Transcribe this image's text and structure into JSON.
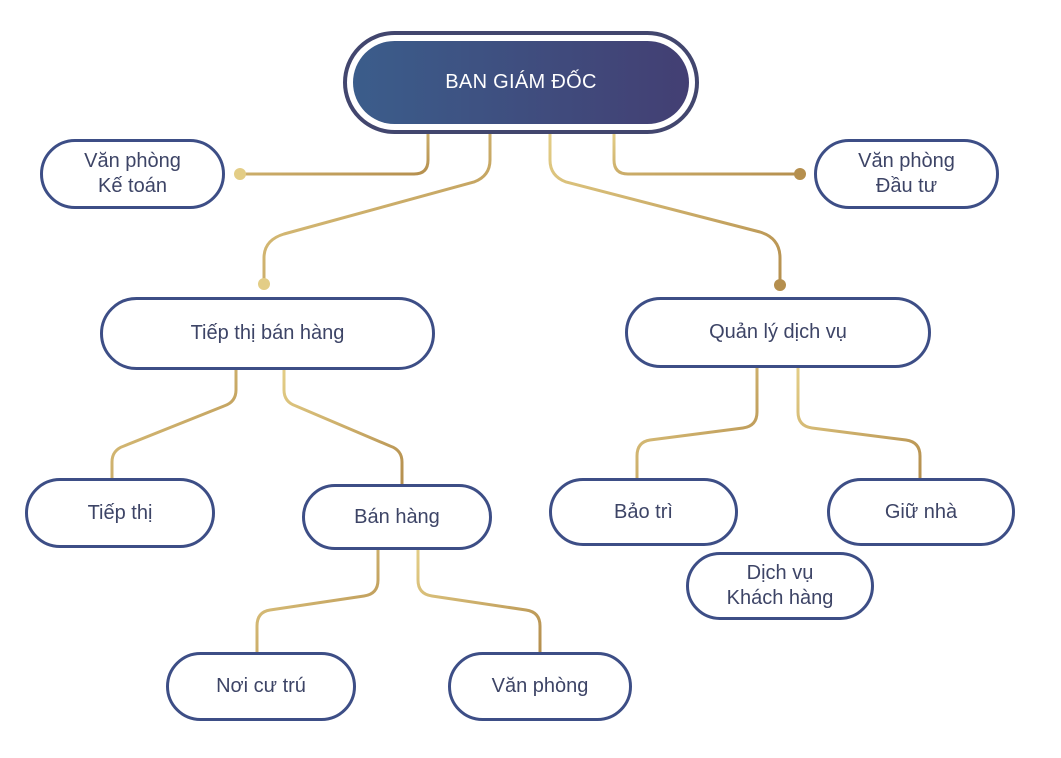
{
  "colors": {
    "connector": "#d9be72",
    "connector_dark": "#b58f4e",
    "node_border": "#3d4e86",
    "root_gradient_start": "#3b5d8b",
    "root_gradient_end": "#433f73"
  },
  "root": {
    "label": "BAN GIÁM ĐỐC"
  },
  "nodes": {
    "accounting": "Văn phòng\nKế toán",
    "investment": "Văn phòng\nĐầu tư",
    "sales_marketing": "Tiếp thị bán hàng",
    "service_management": "Quản lý dịch vụ",
    "marketing": "Tiếp thị",
    "sales": "Bán hàng",
    "maintenance": "Bảo trì",
    "customer_service": "Dịch vụ\nKhách hàng",
    "housekeeping": "Giữ nhà",
    "residence": "Nơi cư trú",
    "office": "Văn phòng"
  }
}
